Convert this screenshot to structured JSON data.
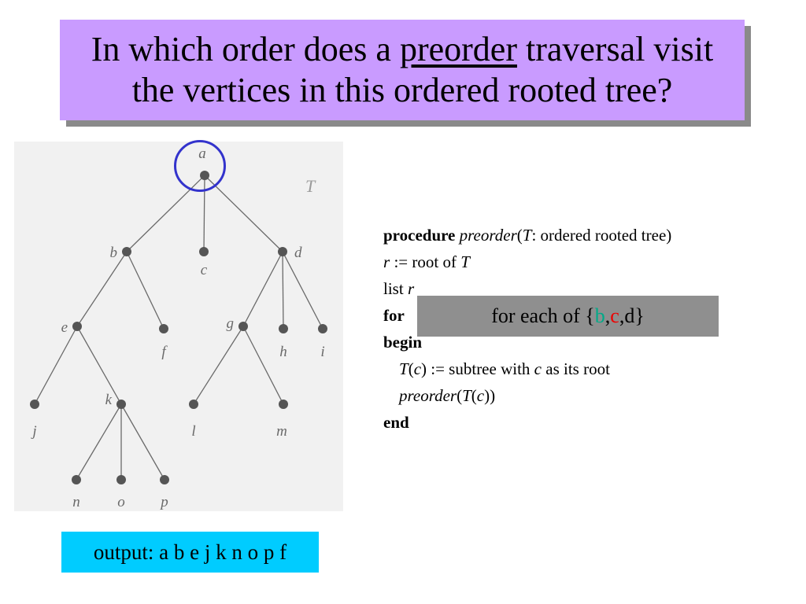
{
  "title": {
    "line1_before": "In which order does a ",
    "line1_underlined": "preorder",
    "line1_after": " traversal visit",
    "line2": "the vertices in this ordered rooted tree?"
  },
  "tree": {
    "tree_label": "T",
    "nodes": [
      {
        "id": "a",
        "label": "a"
      },
      {
        "id": "b",
        "label": "b"
      },
      {
        "id": "c",
        "label": "c"
      },
      {
        "id": "d",
        "label": "d"
      },
      {
        "id": "e",
        "label": "e"
      },
      {
        "id": "f",
        "label": "f"
      },
      {
        "id": "g",
        "label": "g"
      },
      {
        "id": "h",
        "label": "h"
      },
      {
        "id": "i",
        "label": "i"
      },
      {
        "id": "j",
        "label": "j"
      },
      {
        "id": "k",
        "label": "k"
      },
      {
        "id": "l",
        "label": "l"
      },
      {
        "id": "m",
        "label": "m"
      },
      {
        "id": "n",
        "label": "n"
      },
      {
        "id": "o",
        "label": "o"
      },
      {
        "id": "p",
        "label": "p"
      }
    ],
    "edges": [
      [
        "a",
        "b"
      ],
      [
        "a",
        "c"
      ],
      [
        "a",
        "d"
      ],
      [
        "b",
        "e"
      ],
      [
        "b",
        "f"
      ],
      [
        "d",
        "g"
      ],
      [
        "d",
        "h"
      ],
      [
        "d",
        "i"
      ],
      [
        "e",
        "j"
      ],
      [
        "e",
        "k"
      ],
      [
        "g",
        "l"
      ],
      [
        "g",
        "m"
      ],
      [
        "k",
        "n"
      ],
      [
        "k",
        "o"
      ],
      [
        "k",
        "p"
      ]
    ],
    "highlighted_node": "a",
    "highlight_color": "#3333cc"
  },
  "code": {
    "l1_kw": "procedure",
    "l1_name": "preorder",
    "l1_open": "(",
    "l1_T": "T",
    "l1_rest": ": ordered rooted tree)",
    "l2_r": "r",
    "l2_mid": " := root of ",
    "l2_T": "T",
    "l3_text": "list ",
    "l3_r": "r",
    "l4_kw": "for",
    "l5_kw": "begin",
    "l6_T": "T",
    "l6_open": "(",
    "l6_c": "c",
    "l6_mid": ") := subtree with ",
    "l6_c2": "c",
    "l6_rest": " as its root",
    "l7_name": "preorder",
    "l7_open": "(",
    "l7_T": "T",
    "l7_open2": "(",
    "l7_c": "c",
    "l7_close": "))",
    "l8_kw": "end"
  },
  "overlay": {
    "prefix": "for each of {",
    "item_b": "b",
    "sep1": ", ",
    "item_c": "c",
    "sep2": ", ",
    "item_d": "d",
    "suffix": "}",
    "color_b": "#00aa88",
    "color_c": "#ee0000"
  },
  "output": {
    "text": "output: a b e j k n o p f"
  }
}
